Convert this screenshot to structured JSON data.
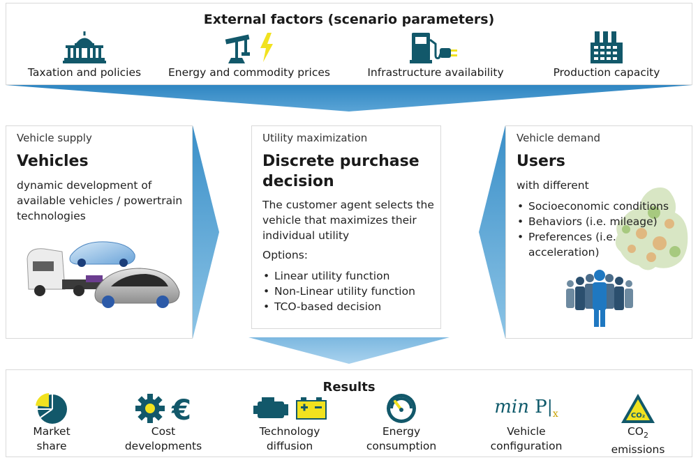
{
  "external": {
    "title": "External factors (scenario parameters)",
    "factors": [
      {
        "label": "Taxation and policies",
        "icon": "capitol-building-icon"
      },
      {
        "label": "Energy and commodity prices",
        "icon": "oil-pump-lightning-icon"
      },
      {
        "label": "Infrastructure availability",
        "icon": "fuel-pump-plug-icon"
      },
      {
        "label": "Production capacity",
        "icon": "factory-icon"
      }
    ]
  },
  "supply": {
    "category": "Vehicle supply",
    "title": "Vehicles",
    "description": "dynamic development of available vehicles / powertrain technologies"
  },
  "utility": {
    "category": "Utility maximization",
    "title_line1": "Discrete purchase",
    "title_line2": "decision",
    "description": "The customer agent selects the vehicle that maximizes their individual utility",
    "options_label": "Options:",
    "options": [
      "Linear utility function",
      "Non-Linear utility function",
      "TCO-based decision"
    ]
  },
  "demand": {
    "category": "Vehicle demand",
    "title": "Users",
    "intro": "with different",
    "items": [
      "Socioeconomic conditions",
      "Behaviors (i.e. mileage)",
      "Preferences (i.e. acceleration)"
    ]
  },
  "results": {
    "title": "Results",
    "items": [
      {
        "line1": "Market",
        "line2": "share",
        "icon": "pie-chart-icon"
      },
      {
        "line1": "Cost",
        "line2": "developments",
        "icon": "gear-euro-icon"
      },
      {
        "line1": "Technology",
        "line2": "diffusion",
        "icon": "engine-battery-icon"
      },
      {
        "line1": "Energy",
        "line2": "consumption",
        "icon": "gauge-icon"
      },
      {
        "line1": "Vehicle",
        "line2": "configuration",
        "icon": "min-formula-icon"
      },
      {
        "line1": "CO",
        "line1_sub": "2",
        "line2": "emissions",
        "icon": "co2-warning-icon"
      }
    ],
    "formula": {
      "min": "min",
      "p": "P",
      "sub": "x"
    },
    "co2_badge": "CO₂"
  },
  "colors": {
    "teal": "#12586a",
    "arrow_blue": "#3a8fc8",
    "arrow_light": "#6fb1dc",
    "yellow": "#f1e21f",
    "people_blue": "#1f78c1"
  }
}
